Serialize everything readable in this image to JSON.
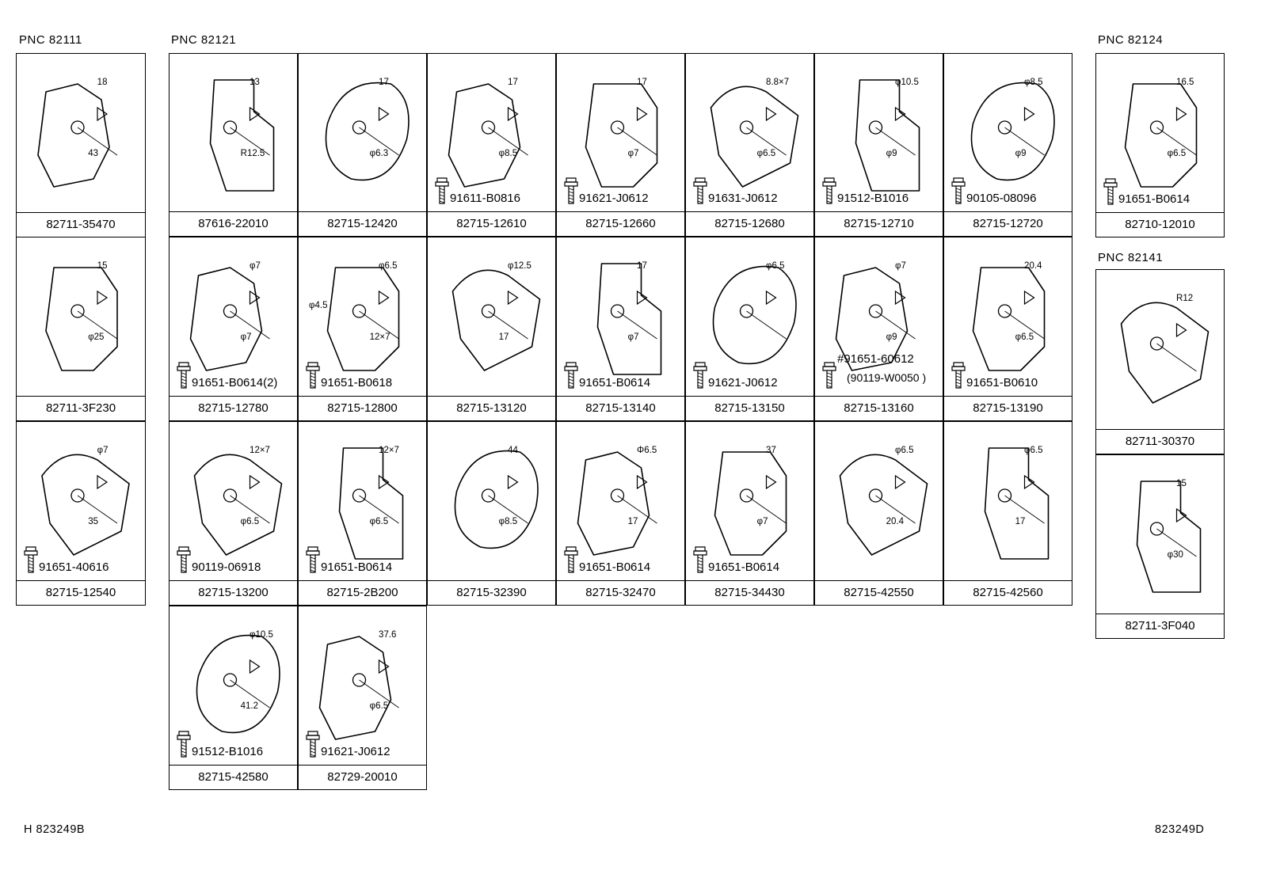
{
  "pnc_labels": {
    "p82111": "PNC 82111",
    "p82121": "PNC 82121",
    "p82124": "PNC 82124",
    "p82141": "PNC 82141"
  },
  "parts": [
    {
      "part_no": "82711-35470",
      "dims": [
        "18",
        "43"
      ]
    },
    {
      "part_no": "82711-3F230",
      "dims": [
        "15",
        "φ25"
      ]
    },
    {
      "part_no": "82715-12540",
      "bolt": "91651-40616",
      "dims": [
        "φ7",
        "35"
      ]
    },
    {
      "part_no": "87616-22010",
      "dims": [
        "13",
        "R12.5"
      ]
    },
    {
      "part_no": "82715-12420",
      "dims": [
        "17",
        "φ6.3"
      ]
    },
    {
      "part_no": "82715-12610",
      "bolt": "91611-B0816",
      "dims": [
        "17",
        "φ8.5"
      ]
    },
    {
      "part_no": "82715-12660",
      "bolt": "91621-J0612",
      "dims": [
        "17",
        "φ7"
      ]
    },
    {
      "part_no": "82715-12680",
      "bolt": "91631-J0612",
      "dims": [
        "8.8×7",
        "φ6.5"
      ]
    },
    {
      "part_no": "82715-12710",
      "bolt": "91512-B1016",
      "dims": [
        "φ10.5",
        "φ9"
      ]
    },
    {
      "part_no": "82715-12720",
      "bolt": "90105-08096",
      "dims": [
        "φ8.5",
        "φ9"
      ]
    },
    {
      "part_no": "82715-12780",
      "bolt": "91651-B0614(2)",
      "dims": [
        "φ7",
        "φ7"
      ]
    },
    {
      "part_no": "82715-12800",
      "bolt": "91651-B0618",
      "dims": [
        "φ6.5",
        "12×7",
        "φ4.5"
      ]
    },
    {
      "part_no": "82715-13120",
      "dims": [
        "φ12.5",
        "17"
      ]
    },
    {
      "part_no": "82715-13140",
      "bolt": "91651-B0614",
      "dims": [
        "17",
        "φ7"
      ]
    },
    {
      "part_no": "82715-13150",
      "bolt": "91621-J0612",
      "dims": [
        "φ6.5"
      ]
    },
    {
      "part_no": "82715-13160",
      "bolt": "#91651-60612",
      "bolt_note": "(90119-W0050 )",
      "dims": [
        "φ7",
        "φ9"
      ]
    },
    {
      "part_no": "82715-13190",
      "bolt": "91651-B0610",
      "dims": [
        "20.4",
        "φ6.5"
      ]
    },
    {
      "part_no": "82715-13200",
      "bolt": "90119-06918",
      "dims": [
        "12×7",
        "φ6.5"
      ]
    },
    {
      "part_no": "82715-2B200",
      "bolt": "91651-B0614",
      "dims": [
        "12×7",
        "φ6.5"
      ]
    },
    {
      "part_no": "82715-32390",
      "dims": [
        "44",
        "φ8.5"
      ]
    },
    {
      "part_no": "82715-32470",
      "bolt": "91651-B0614",
      "dims": [
        "Φ6.5",
        "17"
      ]
    },
    {
      "part_no": "82715-34430",
      "bolt": "91651-B0614",
      "dims": [
        "37",
        "φ7"
      ]
    },
    {
      "part_no": "82715-42550",
      "dims": [
        "φ6.5",
        "20.4"
      ]
    },
    {
      "part_no": "82715-42560",
      "dims": [
        "φ6.5",
        "17"
      ]
    },
    {
      "part_no": "82715-42580",
      "bolt": "91512-B1016",
      "dims": [
        "φ10.5",
        "41.2"
      ]
    },
    {
      "part_no": "82729-20010",
      "bolt": "91621-J0612",
      "dims": [
        "37.6",
        "φ6.5"
      ]
    },
    {
      "part_no": "82710-12010",
      "bolt": "91651-B0614",
      "dims": [
        "16.5",
        "φ6.5"
      ]
    },
    {
      "part_no": "82711-30370",
      "dims": [
        "R12"
      ]
    },
    {
      "part_no": "82711-3F040",
      "dims": [
        "15",
        "φ30"
      ]
    }
  ],
  "footer": {
    "left": "H 823249B",
    "right": "823249D"
  }
}
